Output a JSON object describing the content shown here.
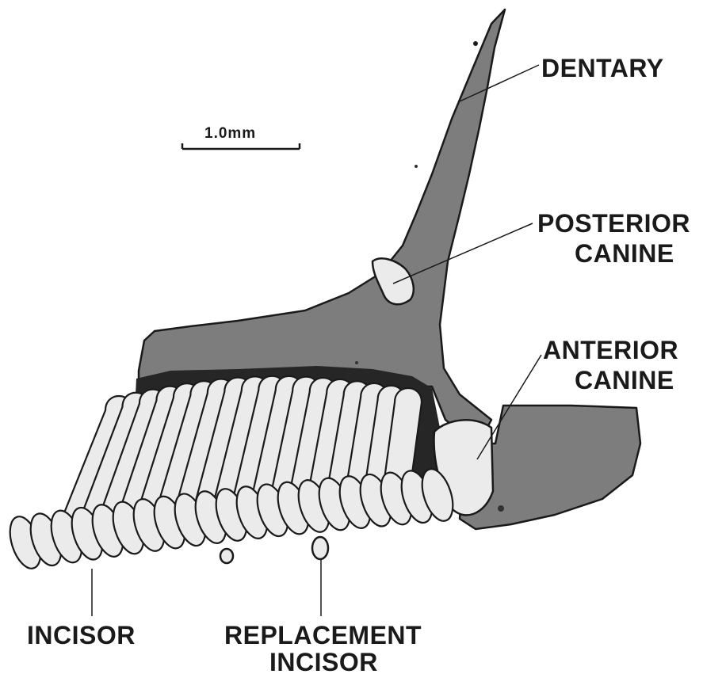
{
  "scale_bar": {
    "text": "1.0mm"
  },
  "labels": {
    "dentary": "DENTARY",
    "posterior_canine": [
      "POSTERIOR",
      "CANINE"
    ],
    "anterior_canine": [
      "ANTERIOR",
      "CANINE"
    ],
    "incisor": "INCISOR",
    "replacement_incisor": [
      "REPLACEMENT",
      "INCISOR"
    ]
  },
  "colors": {
    "bone": "#7d7d7d",
    "tooth": "#ebebeb",
    "outline": "#1a1a1a",
    "dark_base": "#262626",
    "background": "#ffffff"
  }
}
